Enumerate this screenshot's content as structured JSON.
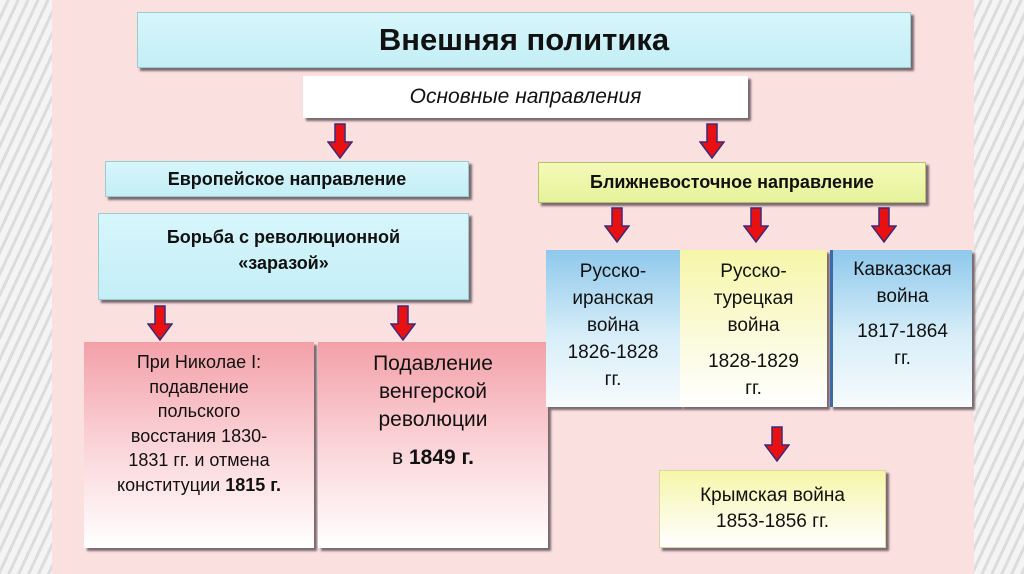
{
  "title": "Внешняя политика",
  "subtitle": "Основные направления",
  "europe": {
    "heading": "Европейское направление",
    "goal_line1": "Борьба с революционной",
    "goal_line2": "«заразой»",
    "nicholas": {
      "lines": [
        "При Николае I:",
        "подавление",
        "польского",
        "восстания 1830-",
        "1831 гг. и отмена"
      ],
      "last_prefix": "конституции ",
      "last_bold": "1815 г."
    },
    "hungary": {
      "lines": [
        "Подавление",
        "венгерской",
        "революции"
      ],
      "year_prefix": "в ",
      "year_bold": "1849 г."
    }
  },
  "east": {
    "heading": "Ближневосточное направление",
    "wars": [
      {
        "lines": [
          "Русско-",
          "иранская",
          "война"
        ],
        "dates": "1826-1828",
        "suffix": "гг."
      },
      {
        "lines": [
          "Русско-",
          "турецкая",
          "война"
        ],
        "dates": "1828-1829",
        "suffix": "гг."
      },
      {
        "lines": [
          "Кавказская",
          "война"
        ],
        "dates": "1817-1864",
        "suffix": "гг."
      }
    ],
    "crimea": {
      "line1": "Крымская война",
      "line2": "1853-1856 гг."
    }
  },
  "colors": {
    "arrow": "#e81010",
    "arrow_outline": "#3a2a7a",
    "slide_bg": "#fbe0e0"
  }
}
